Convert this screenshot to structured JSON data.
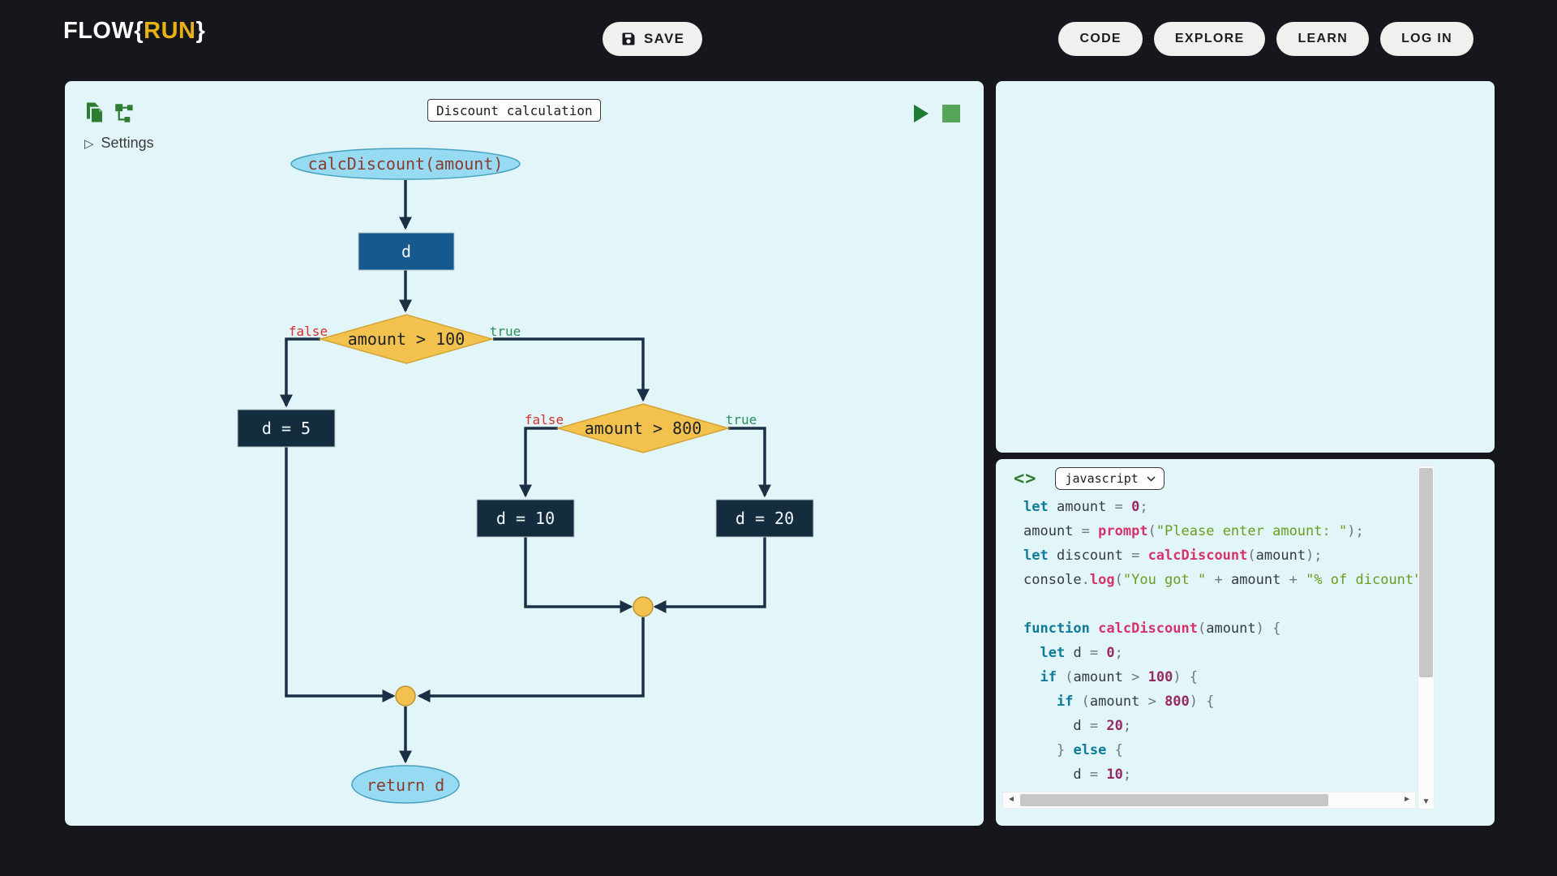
{
  "header": {
    "logo": {
      "part1": "FLOW",
      "brace_open": "{",
      "part2": "RUN",
      "brace_close": "}"
    },
    "save_button": {
      "label": "SAVE",
      "icon": "floppy-disk-icon"
    },
    "nav_buttons": [
      {
        "label": "CODE"
      },
      {
        "label": "EXPLORE"
      },
      {
        "label": "LEARN"
      },
      {
        "label": "LOG IN"
      }
    ]
  },
  "flow_editor": {
    "toolbar": {
      "icons": [
        "duplicate-icon",
        "functions-tree-icon",
        "play-icon",
        "stop-icon"
      ],
      "title_input_value": "Discount calculation"
    },
    "settings": {
      "glyph": "▷",
      "label": "Settings"
    },
    "flowchart": {
      "start_node": "calcDiscount(amount)",
      "declare_node": "d",
      "condition1": "amount > 100",
      "condition1_false": "false",
      "condition1_true": "true",
      "assign_false_branch": "d = 5",
      "condition2": "amount > 800",
      "condition2_false": "false",
      "condition2_true": "true",
      "assign_d10": "d = 10",
      "assign_d20": "d = 20",
      "return_node": "return d"
    }
  },
  "output_panel": {
    "content": ""
  },
  "code_panel": {
    "code_icon": "<>",
    "language": "javascript",
    "lines": [
      [
        [
          "kw",
          "let"
        ],
        [
          "pl",
          " amount "
        ],
        [
          "pun",
          "= "
        ],
        [
          "num",
          "0"
        ],
        [
          "pun",
          ";"
        ]
      ],
      [
        [
          "pl",
          "amount "
        ],
        [
          "pun",
          "= "
        ],
        [
          "fn",
          "prompt"
        ],
        [
          "pun",
          "("
        ],
        [
          "str",
          "\"Please enter amount: \""
        ],
        [
          "pun",
          ");"
        ]
      ],
      [
        [
          "kw",
          "let"
        ],
        [
          "pl",
          " discount "
        ],
        [
          "pun",
          "= "
        ],
        [
          "fn",
          "calcDiscount"
        ],
        [
          "pun",
          "("
        ],
        [
          "pl",
          "amount"
        ],
        [
          "pun",
          ");"
        ]
      ],
      [
        [
          "pl",
          "console"
        ],
        [
          "pun",
          "."
        ],
        [
          "fn",
          "log"
        ],
        [
          "pun",
          "("
        ],
        [
          "str",
          "\"You got \""
        ],
        [
          "pun",
          " + "
        ],
        [
          "pl",
          "amount"
        ],
        [
          "pun",
          " + "
        ],
        [
          "str",
          "\"% of dicount\""
        ],
        [
          "pun",
          ")"
        ]
      ],
      [],
      [
        [
          "kw",
          "function"
        ],
        [
          "pl",
          " "
        ],
        [
          "fn",
          "calcDiscount"
        ],
        [
          "pun",
          "("
        ],
        [
          "pl",
          "amount"
        ],
        [
          "pun",
          ") {"
        ]
      ],
      [
        [
          "pl",
          "  "
        ],
        [
          "kw",
          "let"
        ],
        [
          "pl",
          " d "
        ],
        [
          "pun",
          "= "
        ],
        [
          "num",
          "0"
        ],
        [
          "pun",
          ";"
        ]
      ],
      [
        [
          "pl",
          "  "
        ],
        [
          "kw",
          "if"
        ],
        [
          "pun",
          " ("
        ],
        [
          "pl",
          "amount"
        ],
        [
          "pun",
          " > "
        ],
        [
          "num",
          "100"
        ],
        [
          "pun",
          ") {"
        ]
      ],
      [
        [
          "pl",
          "    "
        ],
        [
          "kw",
          "if"
        ],
        [
          "pun",
          " ("
        ],
        [
          "pl",
          "amount"
        ],
        [
          "pun",
          " > "
        ],
        [
          "num",
          "800"
        ],
        [
          "pun",
          ") {"
        ]
      ],
      [
        [
          "pl",
          "      d "
        ],
        [
          "pun",
          "= "
        ],
        [
          "num",
          "20"
        ],
        [
          "pun",
          ";"
        ]
      ],
      [
        [
          "pl",
          "    "
        ],
        [
          "pun",
          "} "
        ],
        [
          "kw",
          "else"
        ],
        [
          "pun",
          " {"
        ]
      ],
      [
        [
          "pl",
          "      d "
        ],
        [
          "pun",
          "= "
        ],
        [
          "num",
          "10"
        ],
        [
          "pun",
          ";"
        ]
      ],
      [
        [
          "pl",
          "  "
        ],
        [
          "pun",
          "}"
        ]
      ]
    ]
  },
  "colors": {
    "background": "#15171c",
    "panel_background": "#e2f6f9",
    "flow_line": "#1b3044",
    "diamond_fill": "#f2c14e",
    "assign_box_fill": "#132c3e",
    "declare_box_fill": "#15598f",
    "terminal_fill": "#97dbf2",
    "terminal_text": "#8a3b30",
    "merge_dot_fill": "#f2c14e",
    "false_label": "#d62f2f",
    "true_label": "#2f8f5f",
    "brand_yellow": "#e7b117",
    "icon_green": "#2e7d32",
    "code_keyword": "#0f7b9c",
    "code_function": "#d6336c",
    "code_string": "#6b9c23",
    "code_number": "#992963"
  }
}
